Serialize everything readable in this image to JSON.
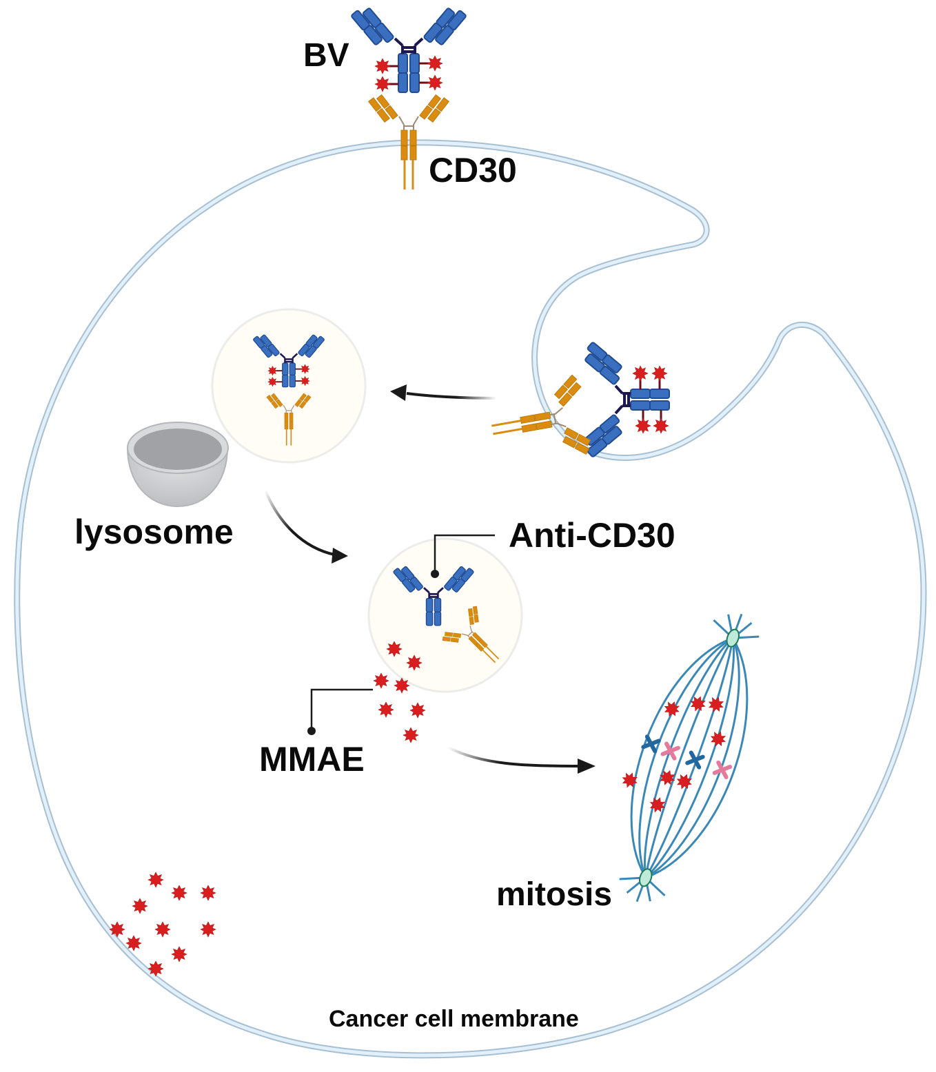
{
  "figure": {
    "title": "Brentuximab vedotin (BV) mechanism of action in a CD30+ cancer cell",
    "labels": {
      "bv": "BV",
      "cd30": "CD30",
      "lysosome": "lysosome",
      "anti_cd30": "Anti-CD30",
      "mmae": "MMAE",
      "mitosis": "mitosis",
      "membrane": "Cancer cell membrane"
    },
    "elements": [
      {
        "id": "adc-bound-surface",
        "description": "BV antibody-drug conjugate binding CD30 receptor on cell surface"
      },
      {
        "id": "endocytosis",
        "description": "Membrane invagination internalizing BV-CD30 complex"
      },
      {
        "id": "endosome",
        "description": "Vesicle containing BV-CD30 complex"
      },
      {
        "id": "lysosome",
        "description": "Lysosome fusion"
      },
      {
        "id": "degradation-vesicle",
        "description": "Vesicle releasing anti-CD30 antibody, CD30 and free MMAE"
      },
      {
        "id": "mitotic-spindle",
        "description": "MMAE disrupts microtubules of mitotic spindle"
      },
      {
        "id": "bystander",
        "description": "Free MMAE diffusing across the membrane"
      }
    ],
    "colors": {
      "antibody": "#3a6fbf",
      "antibody_outline": "#1f4b93",
      "hinge": "#1d1752",
      "cd30": "#d98c10",
      "drug": "#d81e1e",
      "membrane": "#d6e9f5",
      "membrane_outline": "#a7bfd2",
      "vesicle": "#fffdf6",
      "spindle": "#3a88b8",
      "chromosome_a": "#2267a0",
      "chromosome_b": "#e57a9c",
      "lysosome": "#c8c9cb",
      "arrow": "#1a1a1a"
    }
  }
}
